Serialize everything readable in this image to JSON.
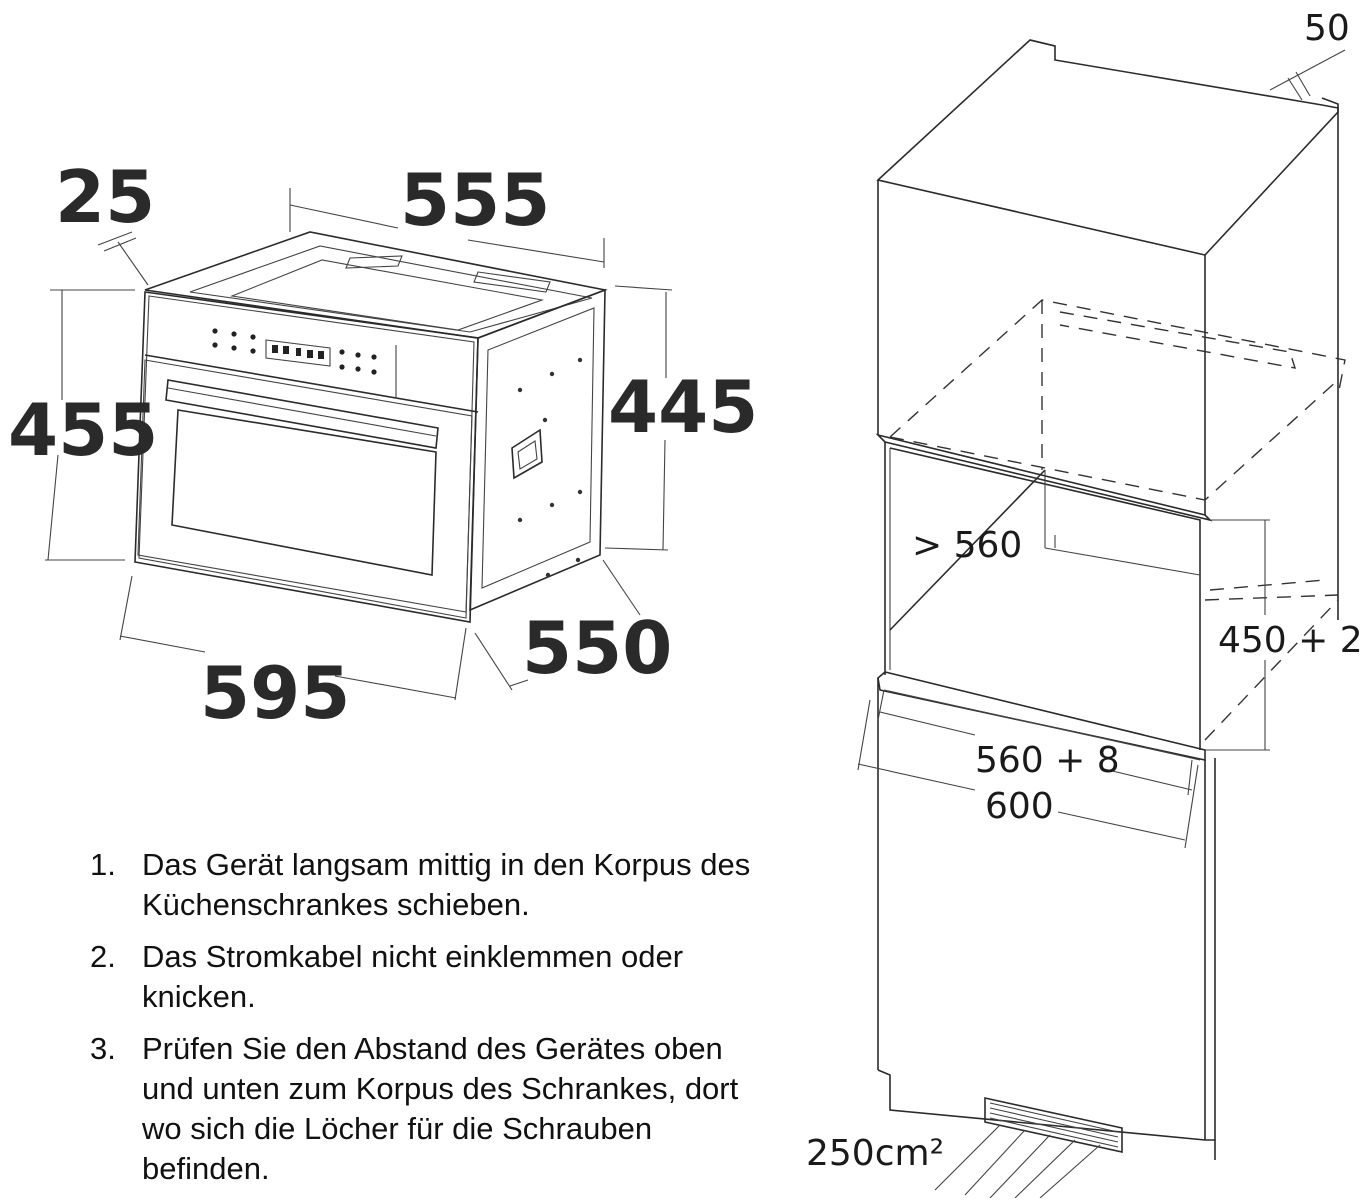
{
  "oven": {
    "dimensions": {
      "trim": "25",
      "width_body": "555",
      "height_front": "455",
      "height_body": "445",
      "width_front": "595",
      "depth": "550"
    }
  },
  "cabinet": {
    "dimensions": {
      "top_gap": "50",
      "depth_min": "> 560",
      "niche_height": "450 + 2",
      "niche_width": "560 + 8",
      "cabinet_width": "600",
      "vent_area": "250cm²"
    }
  },
  "instructions": [
    {
      "number": "1.",
      "text": "Das Gerät langsam mittig in den Korpus des Küchenschrankes schieben."
    },
    {
      "number": "2.",
      "text": "Das Stromkabel nicht einklemmen oder knicken."
    },
    {
      "number": "3.",
      "text": "Prüfen Sie den Abstand des Gerätes oben und unten zum Korpus des Schrankes, dort wo sich die Löcher für die Schrauben befinden."
    }
  ]
}
